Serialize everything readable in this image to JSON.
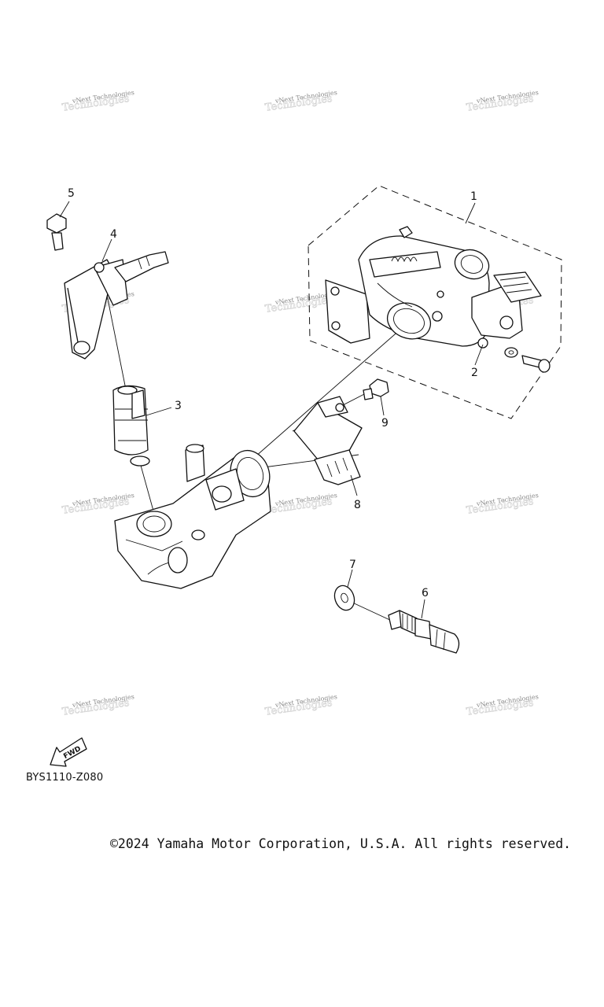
{
  "callouts": [
    "1",
    "2",
    "3",
    "4",
    "5",
    "6",
    "7",
    "8",
    "9"
  ],
  "watermark": {
    "text": "vNext Technologies",
    "ghost": "Technologies"
  },
  "fwd_label": "FWD",
  "diagram_code": "BYS1110-Z080",
  "copyright": "©2024 Yamaha Motor Corporation, U.S.A. All rights reserved."
}
